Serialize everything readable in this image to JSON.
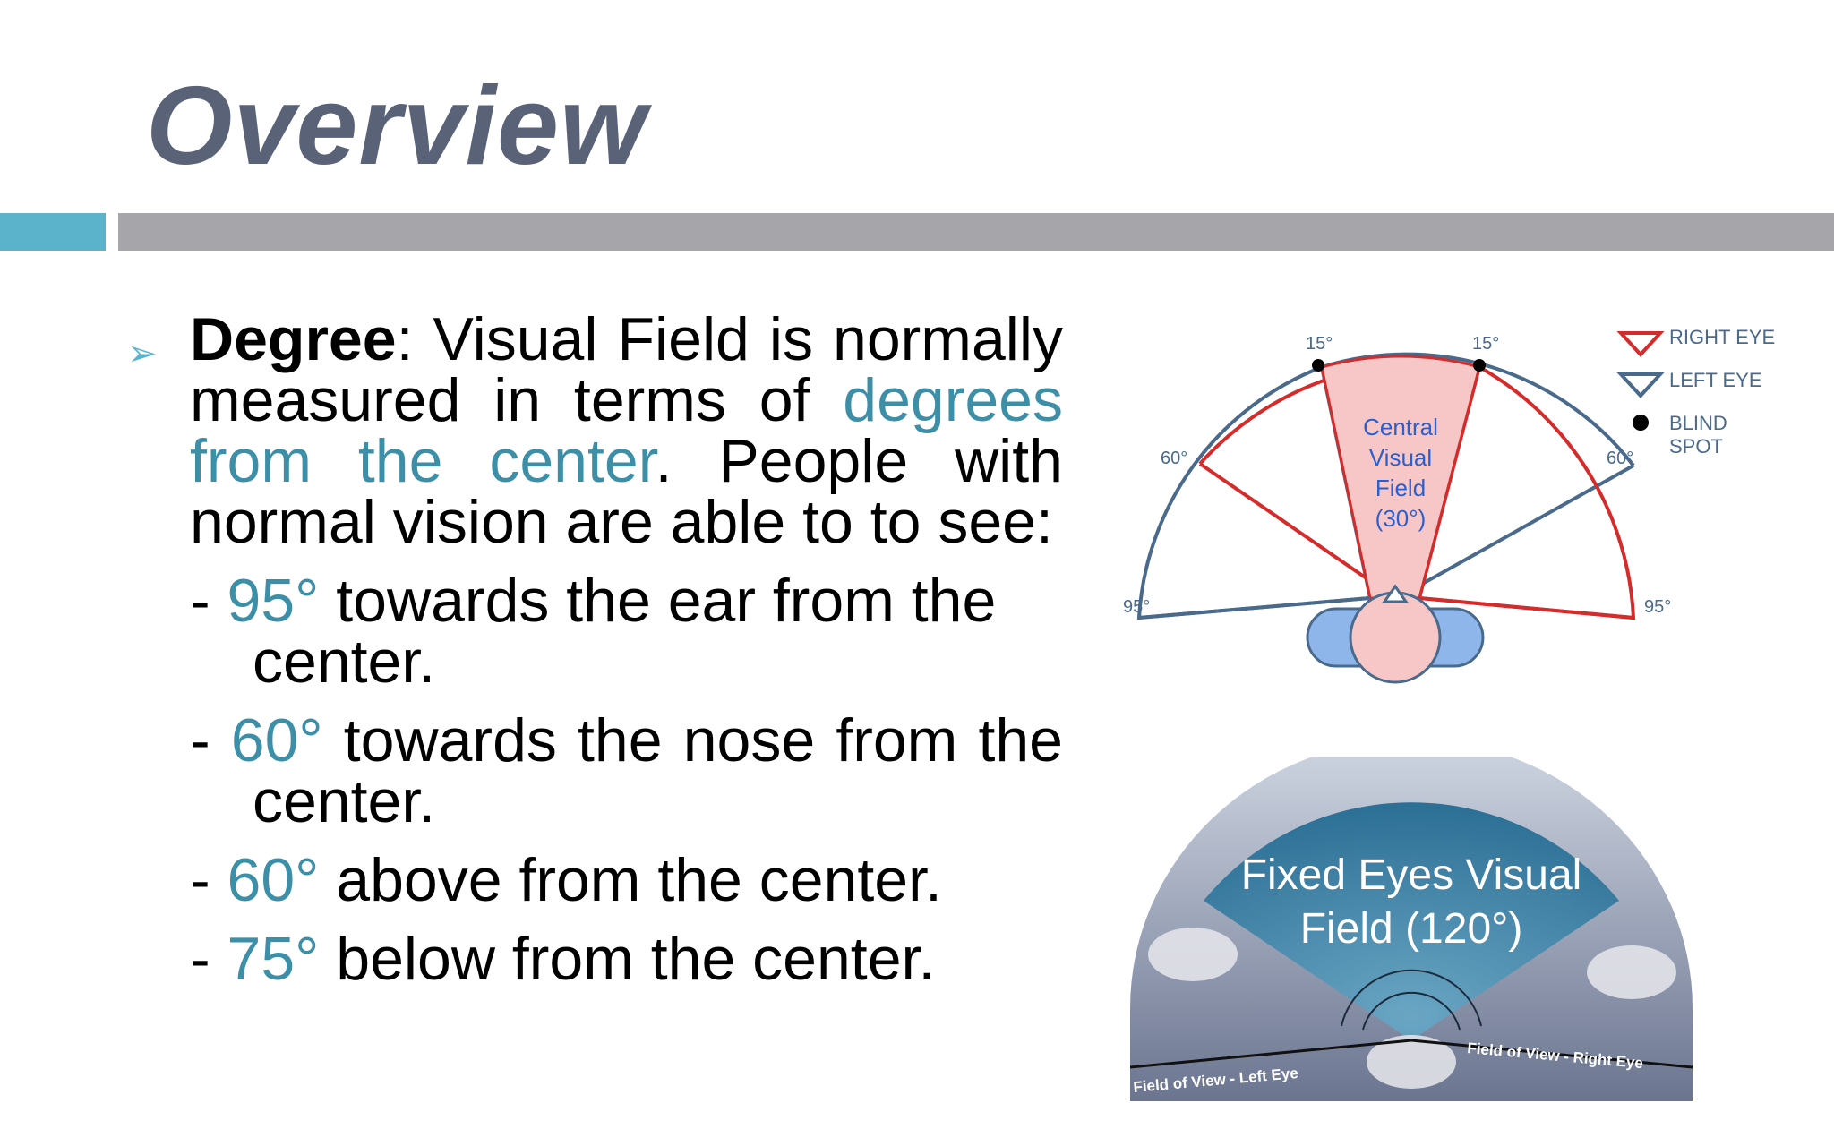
{
  "title": "Overview",
  "paragraph": {
    "lead_bold": "Degree",
    "lead_colon": ":",
    "text1": " Visual Field is normally measured in terms of ",
    "highlight": "degrees from the center",
    "text2": ". People with normal vision are able to to see:"
  },
  "items": [
    {
      "dash": "- ",
      "value": "95°",
      "text": " towards the ear from the center."
    },
    {
      "dash": "- ",
      "value": "60°",
      "text": " towards the nose from the center."
    },
    {
      "dash": "- ",
      "value": "60°",
      "text": " above from the center."
    },
    {
      "dash": "- ",
      "value": "75°",
      "text": " below from the center."
    }
  ],
  "diagram": {
    "label_15_left": "15°",
    "label_15_right": "15°",
    "label_60_left": "60°",
    "label_60_right": "60°",
    "label_95_left": "95°",
    "label_95_right": "95°",
    "central_line1": "Central",
    "central_line2": "Visual",
    "central_line3": "Field",
    "central_line4": "(30°)",
    "legend_right_eye": "RIGHT EYE",
    "legend_left_eye": "LEFT EYE",
    "legend_blind_1": "BLIND",
    "legend_blind_2": "SPOT"
  },
  "photo": {
    "label_line1": "Fixed Eyes Visual",
    "label_line2": "Field (120°)",
    "caption_left": "Field of View - Left Eye",
    "caption_right": "Field of View - Right Eye"
  },
  "colors": {
    "title": "#5a6278",
    "accent": "#5ab3cb",
    "highlight": "#3d8fa8",
    "right_eye": "#d62b2b",
    "left_eye": "#4a6a8c",
    "central_fill": "#f7c7c7"
  }
}
